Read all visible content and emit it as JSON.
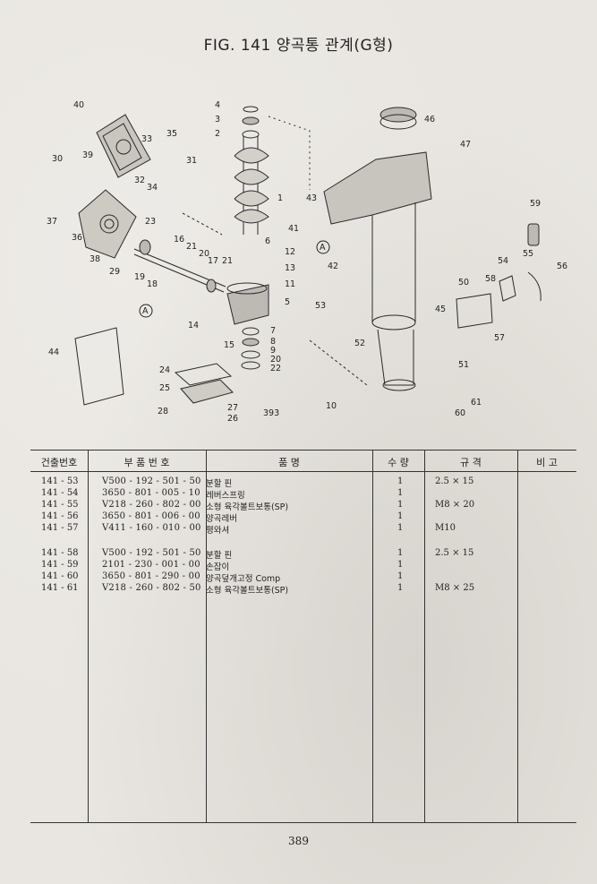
{
  "title": "FIG. 141 양곡통 관계(G형)",
  "diagram": {
    "labels": [
      "1",
      "2",
      "3",
      "4",
      "5",
      "6",
      "7",
      "8",
      "9",
      "10",
      "11",
      "12",
      "13",
      "14",
      "15",
      "16",
      "17",
      "18",
      "19",
      "20",
      "20",
      "21",
      "21",
      "22",
      "23",
      "24",
      "25",
      "26",
      "27",
      "28",
      "29",
      "30",
      "31",
      "32",
      "33",
      "34",
      "35",
      "36",
      "37",
      "38",
      "39",
      "40",
      "41",
      "42",
      "43",
      "44",
      "45",
      "46",
      "47",
      "50",
      "51",
      "52",
      "53",
      "54",
      "55",
      "56",
      "57",
      "58",
      "59",
      "60",
      "61",
      "393"
    ],
    "marker": "A"
  },
  "table": {
    "headers": [
      "건출번호",
      "부 품 번 호",
      "품 명",
      "수 량",
      "규 격",
      "비 고"
    ],
    "rows": [
      {
        "no": "141 - 53",
        "part": "V500 - 192 - 501 - 50",
        "name": "분할 핀",
        "qty": "1",
        "spec": "2.5 × 15"
      },
      {
        "no": "141 - 54",
        "part": "3650 - 801 - 005 - 10",
        "name": "레버스프링",
        "qty": "1",
        "spec": ""
      },
      {
        "no": "141 - 55",
        "part": "V218 - 260 - 802 - 00",
        "name": "소형 육각볼트보통(SP)",
        "qty": "1",
        "spec": "M8 × 20"
      },
      {
        "no": "141 - 56",
        "part": "3650 - 801 - 006 - 00",
        "name": "양곡레버",
        "qty": "1",
        "spec": ""
      },
      {
        "no": "141 - 57",
        "part": "V411 - 160 - 010 - 00",
        "name": "평와셔",
        "qty": "1",
        "spec": "M10"
      },
      {
        "no": "141 - 58",
        "part": "V500 - 192 - 501 - 50",
        "name": "분할 핀",
        "qty": "1",
        "spec": "2.5 × 15"
      },
      {
        "no": "141 - 59",
        "part": "2101 - 230 - 001 - 00",
        "name": "손잡이",
        "qty": "1",
        "spec": ""
      },
      {
        "no": "141 - 60",
        "part": "3650 - 801 - 290 - 00",
        "name": "양곡덮개고정 Comp",
        "qty": "1",
        "spec": ""
      },
      {
        "no": "141 - 61",
        "part": "V218 - 260 - 802 - 50",
        "name": "소형 육각볼트보통(SP)",
        "qty": "1",
        "spec": "M8 × 25"
      }
    ]
  },
  "page_number": "389"
}
